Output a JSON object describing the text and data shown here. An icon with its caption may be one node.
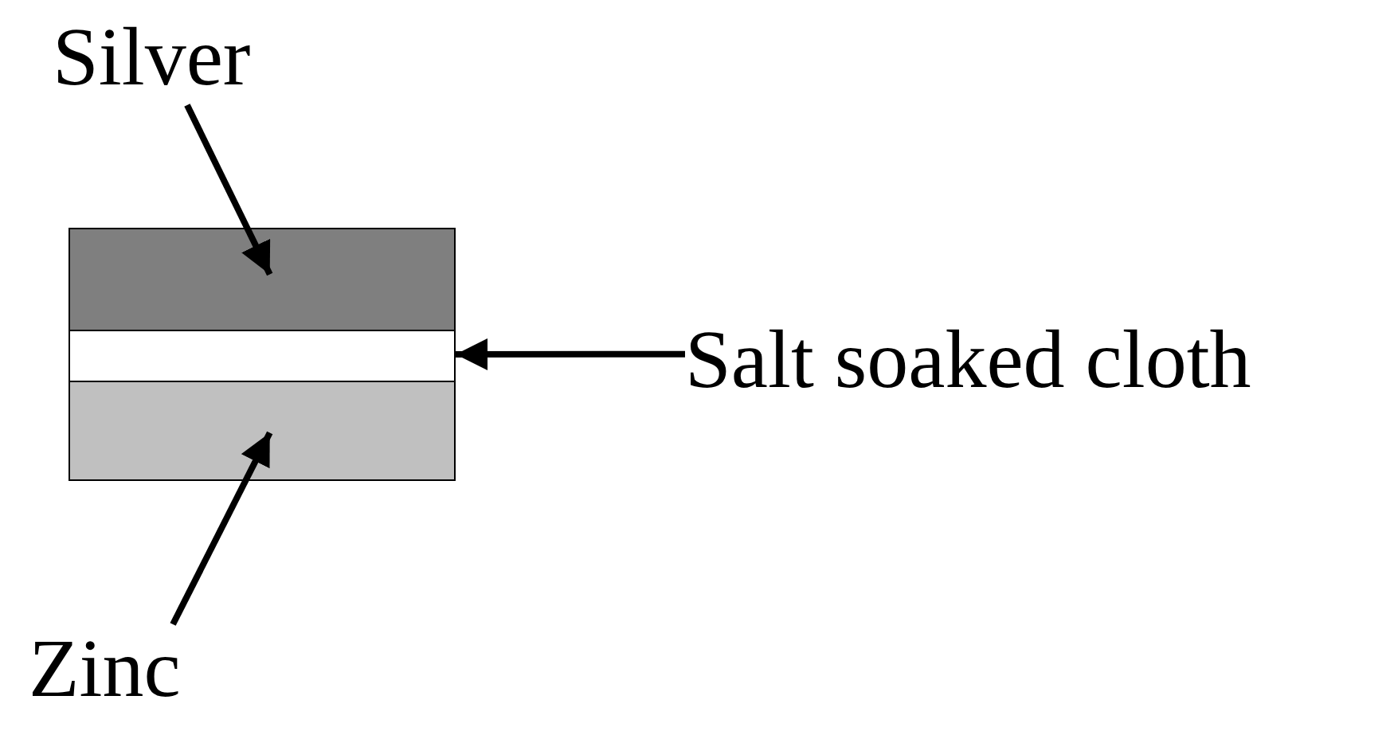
{
  "diagram": {
    "nodes": [
      {
        "text": [
          "Silver"
        ]
      },
      {
        "text": [],
        "shape": "box"
      },
      {
        "text": [],
        "shape": "box"
      },
      {
        "text": [
          "Salt soaked cloth"
        ]
      },
      {
        "text": [],
        "shape": "box"
      },
      {
        "text": [
          "Zinc"
        ]
      }
    ],
    "edges": [
      {
        "from": 0,
        "to": 1,
        "arrow": "to"
      },
      {
        "from": 3,
        "to": 2,
        "arrow": "to"
      },
      {
        "from": 5,
        "to": 4,
        "arrow": "to"
      }
    ]
  }
}
